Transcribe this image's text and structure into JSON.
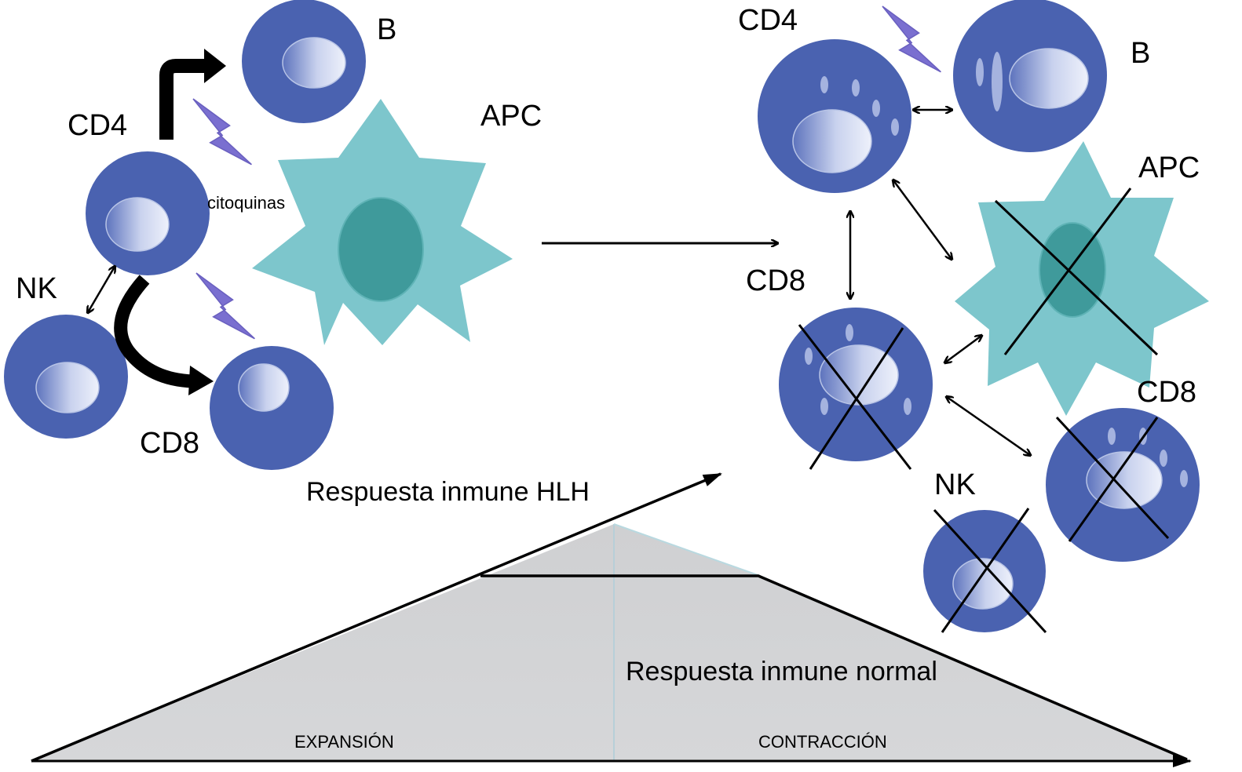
{
  "left_panel": {
    "labels": {
      "cd4": "CD4",
      "b": "B",
      "apc": "APC",
      "nk": "NK",
      "cd8": "CD8",
      "citoquinas": "citoquinas"
    }
  },
  "right_panel": {
    "labels": {
      "cd4": "CD4",
      "b": "B",
      "apc": "APC",
      "cd8_center": "CD8",
      "cd8_right": "CD8",
      "nk": "NK"
    }
  },
  "response_labels": {
    "hlh": "Respuesta inmune HLH",
    "normal": "Respuesta inmune normal"
  },
  "phases": {
    "expansion": "EXPANSIÓN",
    "contraction": "CONTRACCIÓN"
  },
  "colors": {
    "cell_blue": "#4a62b0",
    "apc_teal": "#7dc6cc",
    "apc_nucleus": "#3f9a9b",
    "lightning": "#7a6fd0",
    "area_gray": "#d1d2d4"
  }
}
